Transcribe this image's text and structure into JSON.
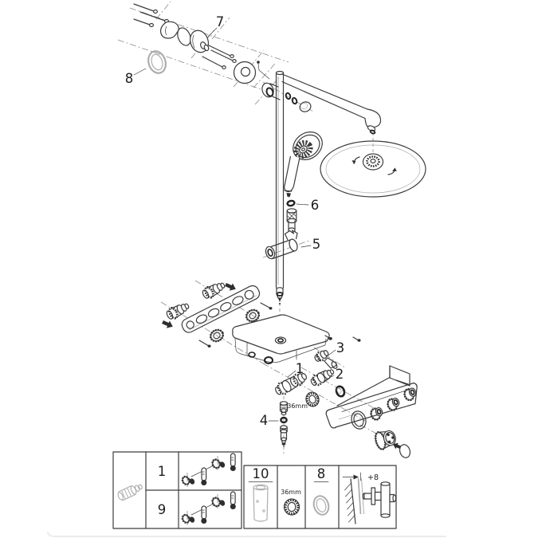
{
  "figure": {
    "type": "exploded-parts-diagram",
    "subject": "thermostatic shower system",
    "callouts": {
      "wall_bracket": "7",
      "escutcheon_ring": "8",
      "hose_seal": "6",
      "shower_holder": "5",
      "diverter": "3",
      "cartridge_right": "2",
      "cartridge_left": "1",
      "check_valve": "4",
      "ring_size": "36mm"
    },
    "legend": {
      "panel_a": {
        "row_top": "1",
        "row_bottom": "9"
      },
      "panel_b": {
        "sleeve": "10",
        "ring_size": "36mm",
        "oval_ring": "8",
        "wall_offset": "+8"
      }
    }
  }
}
